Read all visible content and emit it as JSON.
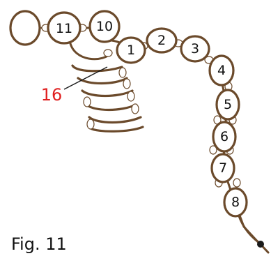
{
  "figure_label": "Fig. 11",
  "callout": {
    "label": "16",
    "color": "#e02020"
  },
  "colors": {
    "thread": "#6b4a2b",
    "bead_fill": "#ffffff",
    "background": "#ffffff"
  },
  "beads": {
    "b1": "1",
    "b2": "2",
    "b3": "3",
    "b4": "4",
    "b5": "5",
    "b6": "6",
    "b7": "7",
    "b8": "8",
    "b10": "10",
    "b11": "11"
  }
}
